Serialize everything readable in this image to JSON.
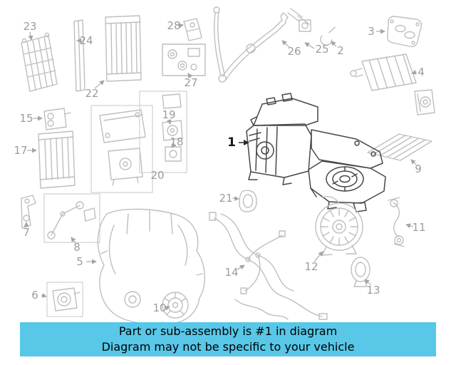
{
  "banner": {
    "line1": "Part or sub-assembly is #1 in diagram",
    "line2": "Diagram may not be specific to your vehicle"
  },
  "colors": {
    "banner_background": "#58c7e8",
    "banner_text": "#000000",
    "callout_label_gray": "#9c9c9c",
    "sketch_line_gray": "#bcbfc1",
    "highlighted_part_line": "#474747",
    "page_background": "#ffffff"
  },
  "diagram": {
    "highlighted_callout": "1",
    "callouts": [
      {
        "num": "1",
        "highlighted": true
      },
      {
        "num": "2",
        "highlighted": false
      },
      {
        "num": "3",
        "highlighted": false
      },
      {
        "num": "4",
        "highlighted": false
      },
      {
        "num": "5",
        "highlighted": false
      },
      {
        "num": "6",
        "highlighted": false
      },
      {
        "num": "7",
        "highlighted": false
      },
      {
        "num": "8",
        "highlighted": false
      },
      {
        "num": "9",
        "highlighted": false
      },
      {
        "num": "10",
        "highlighted": false
      },
      {
        "num": "11",
        "highlighted": false
      },
      {
        "num": "12",
        "highlighted": false
      },
      {
        "num": "13",
        "highlighted": false
      },
      {
        "num": "14",
        "highlighted": false
      },
      {
        "num": "15",
        "highlighted": false
      },
      {
        "num": "17",
        "highlighted": false
      },
      {
        "num": "18",
        "highlighted": false
      },
      {
        "num": "19",
        "highlighted": false
      },
      {
        "num": "20",
        "highlighted": false
      },
      {
        "num": "21",
        "highlighted": false
      },
      {
        "num": "22",
        "highlighted": false
      },
      {
        "num": "23",
        "highlighted": false
      },
      {
        "num": "24",
        "highlighted": false
      },
      {
        "num": "25",
        "highlighted": false
      },
      {
        "num": "26",
        "highlighted": false
      },
      {
        "num": "27",
        "highlighted": false
      },
      {
        "num": "28",
        "highlighted": false
      }
    ]
  }
}
